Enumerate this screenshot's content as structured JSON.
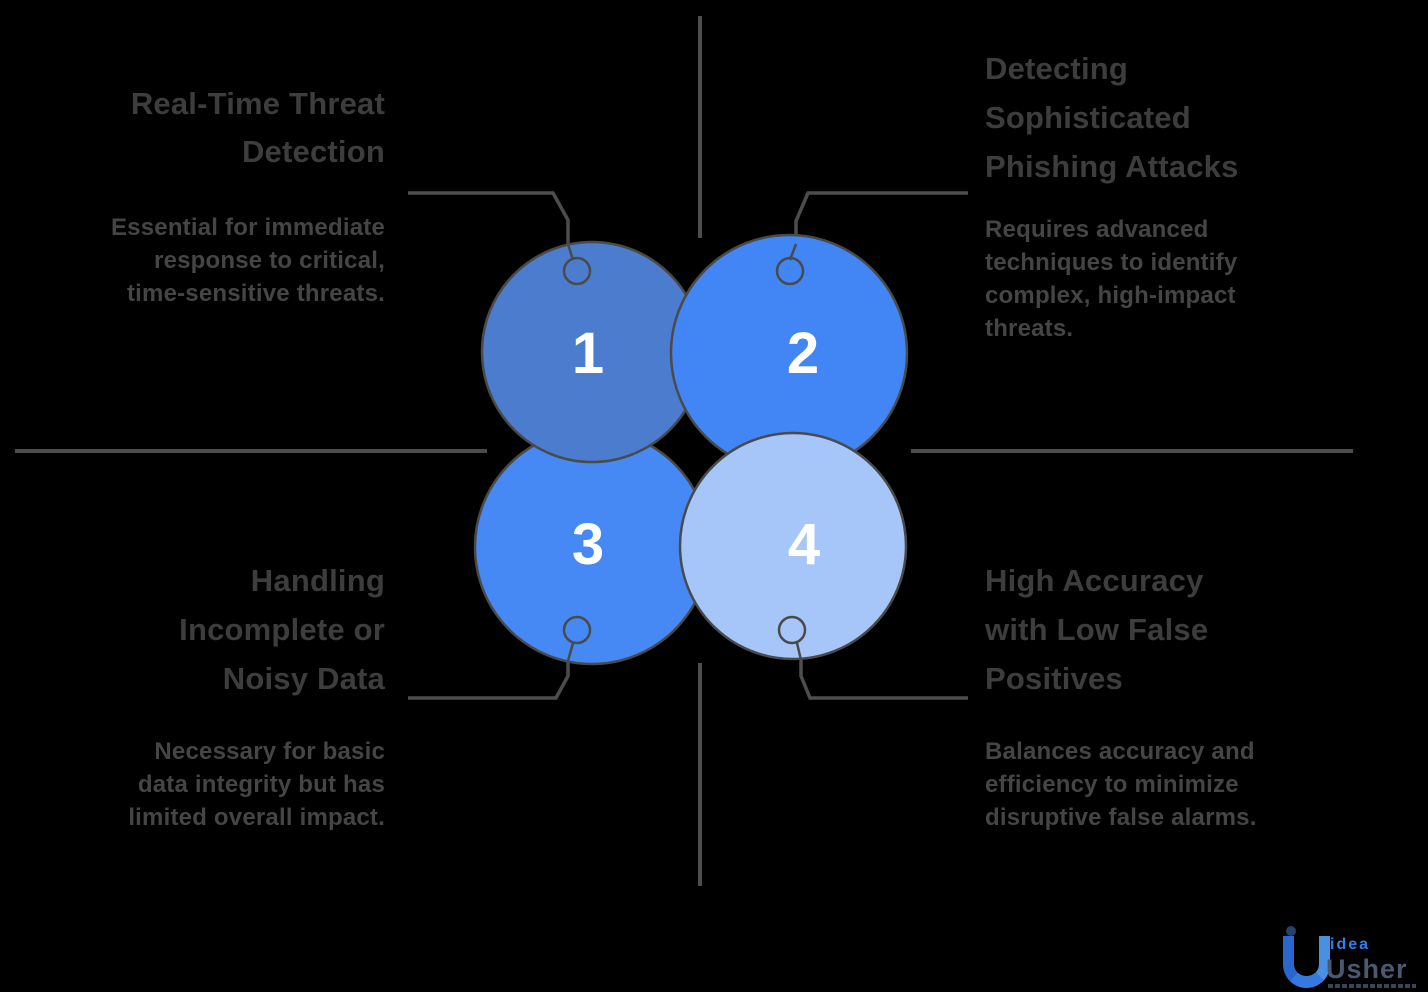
{
  "background": "#000000",
  "lines": {
    "divider_color": "#4d4d4d",
    "leader_color": "#4d4d4d",
    "circle_stroke": "#4a4a4a"
  },
  "quadrants": {
    "top_left": {
      "number": "1",
      "circle_color": "#4b7ccd",
      "title_lines": [
        "Real-Time Threat",
        "Detection"
      ],
      "desc_lines": [
        "Essential for immediate",
        "response to critical,",
        "time-sensitive threats."
      ]
    },
    "top_right": {
      "number": "2",
      "circle_color": "#4285f4",
      "title_lines": [
        "Detecting",
        "Sophisticated",
        "Phishing Attacks"
      ],
      "desc_lines": [
        "Requires advanced",
        "techniques to identify",
        "complex, high-impact",
        "threats."
      ]
    },
    "bottom_left": {
      "number": "3",
      "circle_color": "#4688f4",
      "title_lines": [
        "Handling",
        "Incomplete or",
        "Noisy Data"
      ],
      "desc_lines": [
        "Necessary for basic",
        "data integrity but has",
        "limited overall impact."
      ]
    },
    "bottom_right": {
      "number": "4",
      "circle_color": "#a6c6fa",
      "title_lines": [
        "High Accuracy",
        "with Low False",
        "Positives"
      ],
      "desc_lines": [
        "Balances accuracy and",
        "efficiency to minimize",
        "disruptive false alarms."
      ]
    }
  },
  "logo": {
    "brand_top": "idea",
    "brand_bottom": "Usher",
    "accent_color": "#2f80ed",
    "text_color": "#4a5870"
  }
}
